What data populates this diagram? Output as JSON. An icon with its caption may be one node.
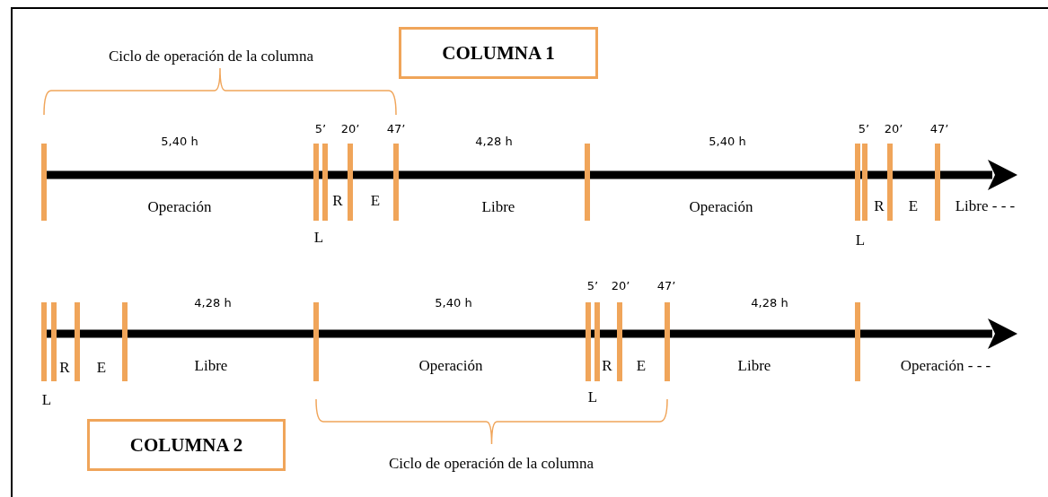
{
  "diagram": {
    "nodes": [
      {
        "text": [
          "COLUMNA 1"
        ]
      },
      {
        "text": [
          "COLUMNA 2"
        ]
      }
    ],
    "labels": [
      "Ciclo de operación de la columna",
      "5,40 h",
      "5’",
      "20’",
      "47’",
      "4,28 h",
      "5,40 h",
      "5’",
      "20’",
      "47’",
      "Operación",
      "R",
      "E",
      "Libre",
      "Operación",
      "R",
      "E",
      "Libre - - -",
      "L",
      "L",
      "4,28 h",
      "5,40 h",
      "5’",
      "20’",
      "47’",
      "4,28 h",
      "R",
      "E",
      "Libre",
      "Operación",
      "R",
      "E",
      "Libre",
      "Operación - - -",
      "L",
      "L",
      "Ciclo de operación de la columna"
    ]
  }
}
